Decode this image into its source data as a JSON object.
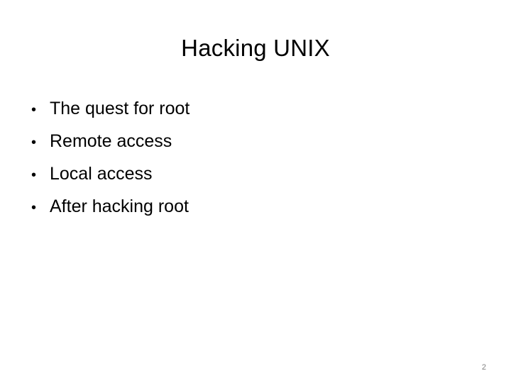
{
  "slide": {
    "title": "Hacking UNIX",
    "background_color": "#ffffff",
    "text_color": "#000000",
    "bullet_marker": "•",
    "bullets": [
      {
        "label": "The quest for root"
      },
      {
        "label": "Remote access"
      },
      {
        "label": "Local access"
      },
      {
        "label": "After hacking root"
      }
    ],
    "page_number": "2",
    "page_number_color": "#808080"
  }
}
